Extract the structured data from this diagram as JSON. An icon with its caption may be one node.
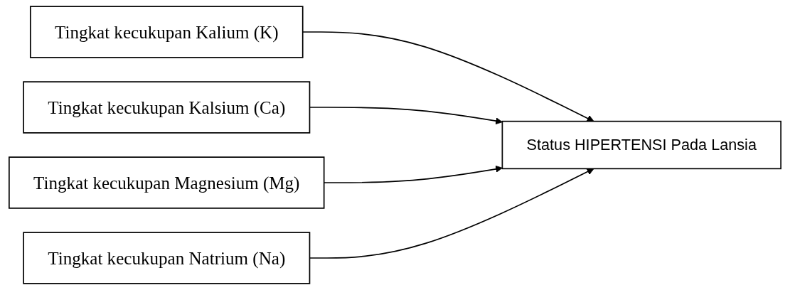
{
  "diagram": {
    "nodes": [
      {
        "text": [
          "Tingkat kecukupan  Kalium (K)"
        ]
      },
      {
        "text": [
          "Tingkat kecukupan  Kalsium (Ca)"
        ]
      },
      {
        "text": [
          "Tingkat kecukupan  Magnesium (Mg)"
        ]
      },
      {
        "text": [
          "Tingkat kecukupan  Natrium (Na)"
        ]
      },
      {
        "text": [
          "Status HIPERTENSI Pada Lansia"
        ]
      }
    ],
    "edges": [
      {
        "from": 0,
        "to": 4,
        "arrow": "to"
      },
      {
        "from": 1,
        "to": 4,
        "arrow": "to"
      },
      {
        "from": 2,
        "to": 4,
        "arrow": "to"
      },
      {
        "from": 3,
        "to": 4,
        "arrow": "to"
      }
    ]
  }
}
